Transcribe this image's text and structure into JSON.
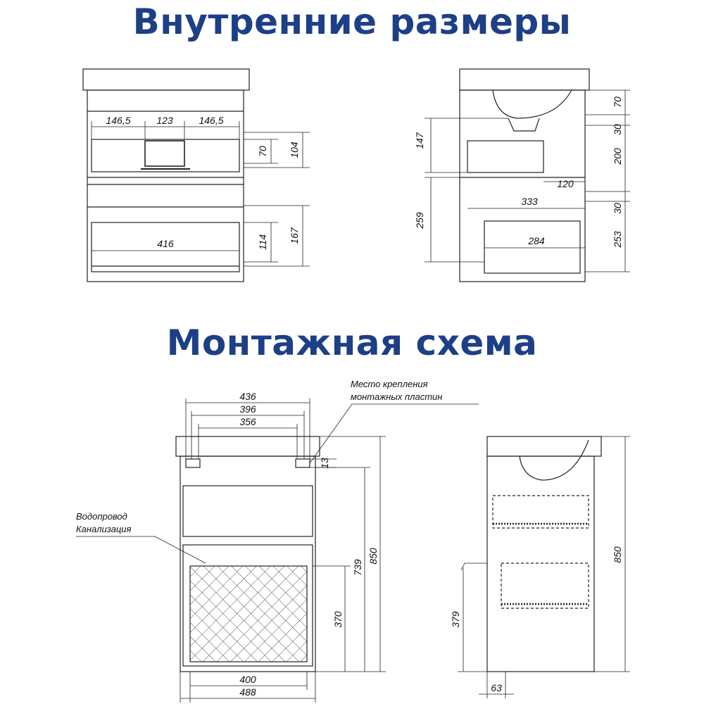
{
  "titles": {
    "internal": "Внутренние размеры",
    "mounting": "Монтажная схема"
  },
  "internal_front": {
    "top_width_left": "146,5",
    "top_width_mid": "123",
    "top_width_right": "146,5",
    "drawer1_inner_h": "70",
    "drawer1_outer_h": "104",
    "drawer2_width": "416",
    "drawer2_inner_h": "114",
    "drawer2_outer_h": "167"
  },
  "internal_side": {
    "left_147": "147",
    "left_259": "259",
    "right_70": "70",
    "right_30a": "30",
    "right_200": "200",
    "right_30b": "30",
    "right_253": "253",
    "depth_120": "120",
    "depth_333": "333",
    "depth_284": "284"
  },
  "mounting_front": {
    "w436": "436",
    "w396": "396",
    "w356": "356",
    "h13": "13",
    "h850": "850",
    "h739": "739",
    "h370": "370",
    "w400": "400",
    "w488": "488",
    "callout_plates_line1": "Место крепления",
    "callout_plates_line2": "монтажных пластин",
    "callout_water_line1": "Водопровод",
    "callout_water_line2": "Канализация"
  },
  "mounting_side": {
    "h850": "850",
    "h379": "379",
    "w63": "63"
  }
}
